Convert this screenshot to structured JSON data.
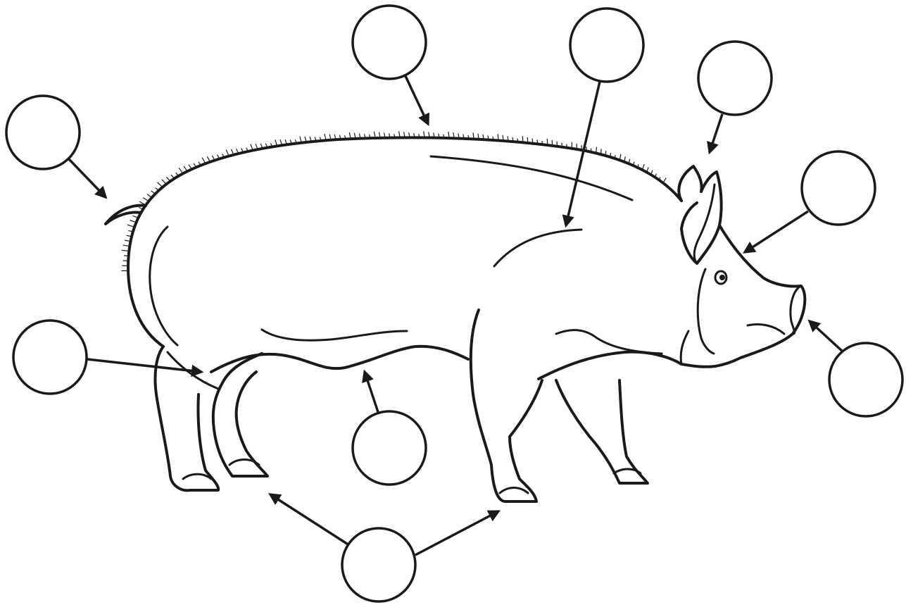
{
  "diagram": {
    "subject": "pig-anatomy-labeling-worksheet",
    "labels": [
      {
        "id": "tail",
        "text": ""
      },
      {
        "id": "back",
        "text": ""
      },
      {
        "id": "shoulder",
        "text": ""
      },
      {
        "id": "ear",
        "text": ""
      },
      {
        "id": "eye",
        "text": ""
      },
      {
        "id": "snout",
        "text": ""
      },
      {
        "id": "ham",
        "text": ""
      },
      {
        "id": "belly",
        "text": ""
      },
      {
        "id": "hooves",
        "text": ""
      }
    ],
    "colors": {
      "line": "#1a1a1a",
      "background": "#ffffff"
    }
  }
}
